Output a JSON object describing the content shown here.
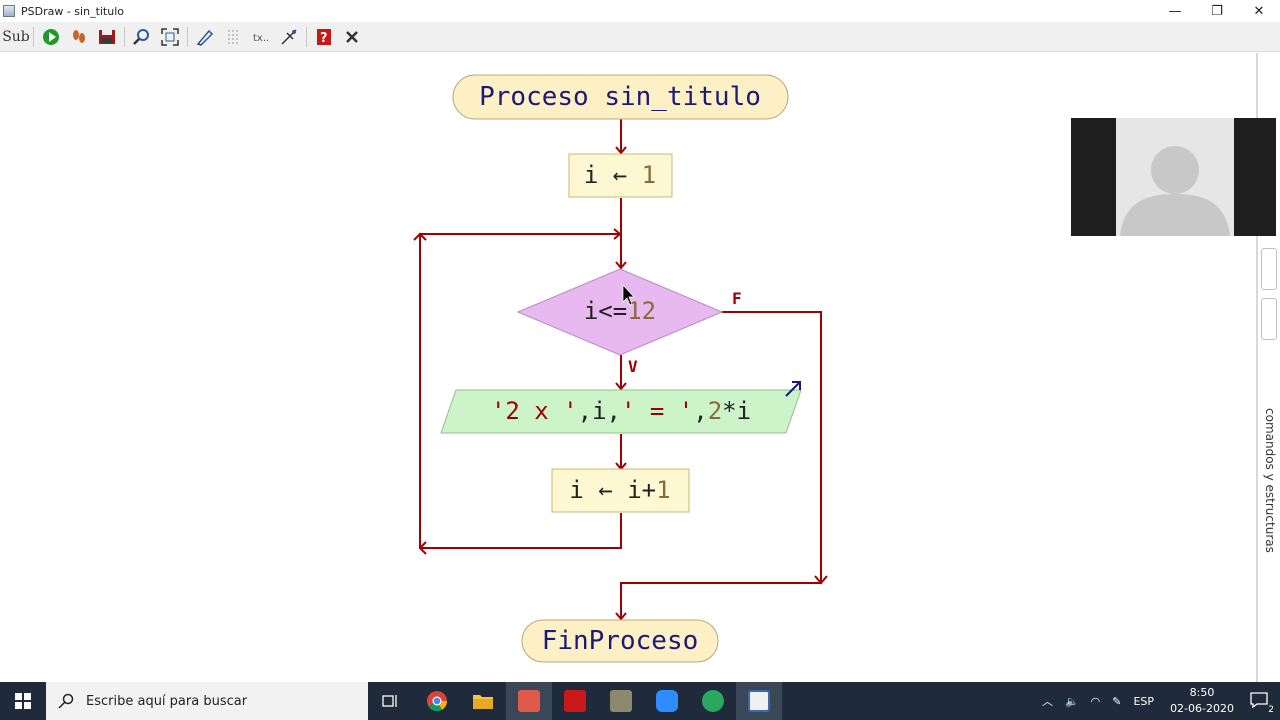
{
  "window": {
    "title": "PSDraw - sin_titulo",
    "minimize": "—",
    "restore": "❐",
    "close": "✕"
  },
  "toolbar": {
    "items": [
      {
        "name": "sub",
        "label": "Sub"
      },
      {
        "name": "run",
        "icon": "play-icon"
      },
      {
        "name": "step",
        "icon": "footsteps-icon"
      },
      {
        "name": "save",
        "icon": "save-icon"
      },
      {
        "name": "zoom",
        "icon": "zoom-icon"
      },
      {
        "name": "fit",
        "icon": "fit-icon"
      },
      {
        "name": "edit",
        "icon": "edit-icon"
      },
      {
        "name": "comments",
        "icon": "comments-icon"
      },
      {
        "name": "text",
        "icon": "text-icon"
      },
      {
        "name": "tool",
        "icon": "tool-icon"
      },
      {
        "name": "help",
        "icon": "help-icon"
      },
      {
        "name": "close",
        "icon": "close-icon"
      }
    ]
  },
  "flowchart": {
    "start": "Proceso sin_titulo",
    "assign1_var": "i",
    "assign1_arrow": "←",
    "assign1_val": "1",
    "cond_var": "i<=",
    "cond_val": "12",
    "false_label": "F",
    "true_label": "V",
    "output_str1": "'2 x '",
    "output_mid": ",i,",
    "output_str2": "' = '",
    "output_comma": ",",
    "output_num": "2",
    "output_expr": "*i",
    "assign2_left": "i ← i+",
    "assign2_val": "1",
    "end": "FinProceso",
    "colors": {
      "line": "#a00000",
      "terminal_fill": "#fcf0c4",
      "assign_fill": "#fdf8d2",
      "decision_fill": "#e8b8f0",
      "output_fill": "#cdf3c8",
      "keyword": "#1a1a7a",
      "number": "#8b6a3a",
      "string": "#a00000"
    }
  },
  "sidebar": {
    "label": "comandos y estructuras"
  },
  "taskbar": {
    "search_placeholder": "Escribe aquí para buscar",
    "tray_lang": "ESP",
    "time": "8:50",
    "date": "02-06-2020",
    "notifications": "2"
  }
}
